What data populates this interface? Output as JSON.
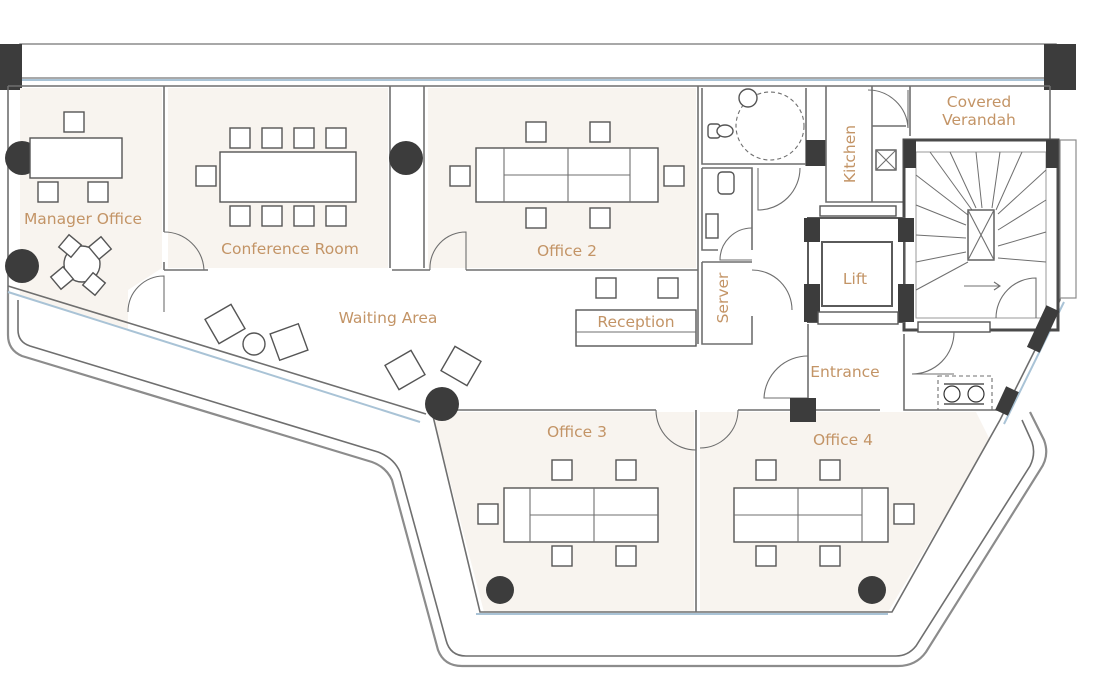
{
  "rooms": {
    "manager_office": "Manager Office",
    "conference_room": "Conference Room",
    "office_2": "Office 2",
    "kitchen": "Kitchen",
    "covered_verandah_line1": "Covered",
    "covered_verandah_line2": "Verandah",
    "lift": "Lift",
    "server": "Server",
    "reception": "Reception",
    "waiting_area": "Waiting Area",
    "entrance": "Entrance",
    "office_3": "Office 3",
    "office_4": "Office 4"
  },
  "colors": {
    "label": "#c39466",
    "room_fill": "#f8f4ef",
    "column": "#3c3c3c",
    "glazing": "#a9c3d6"
  }
}
